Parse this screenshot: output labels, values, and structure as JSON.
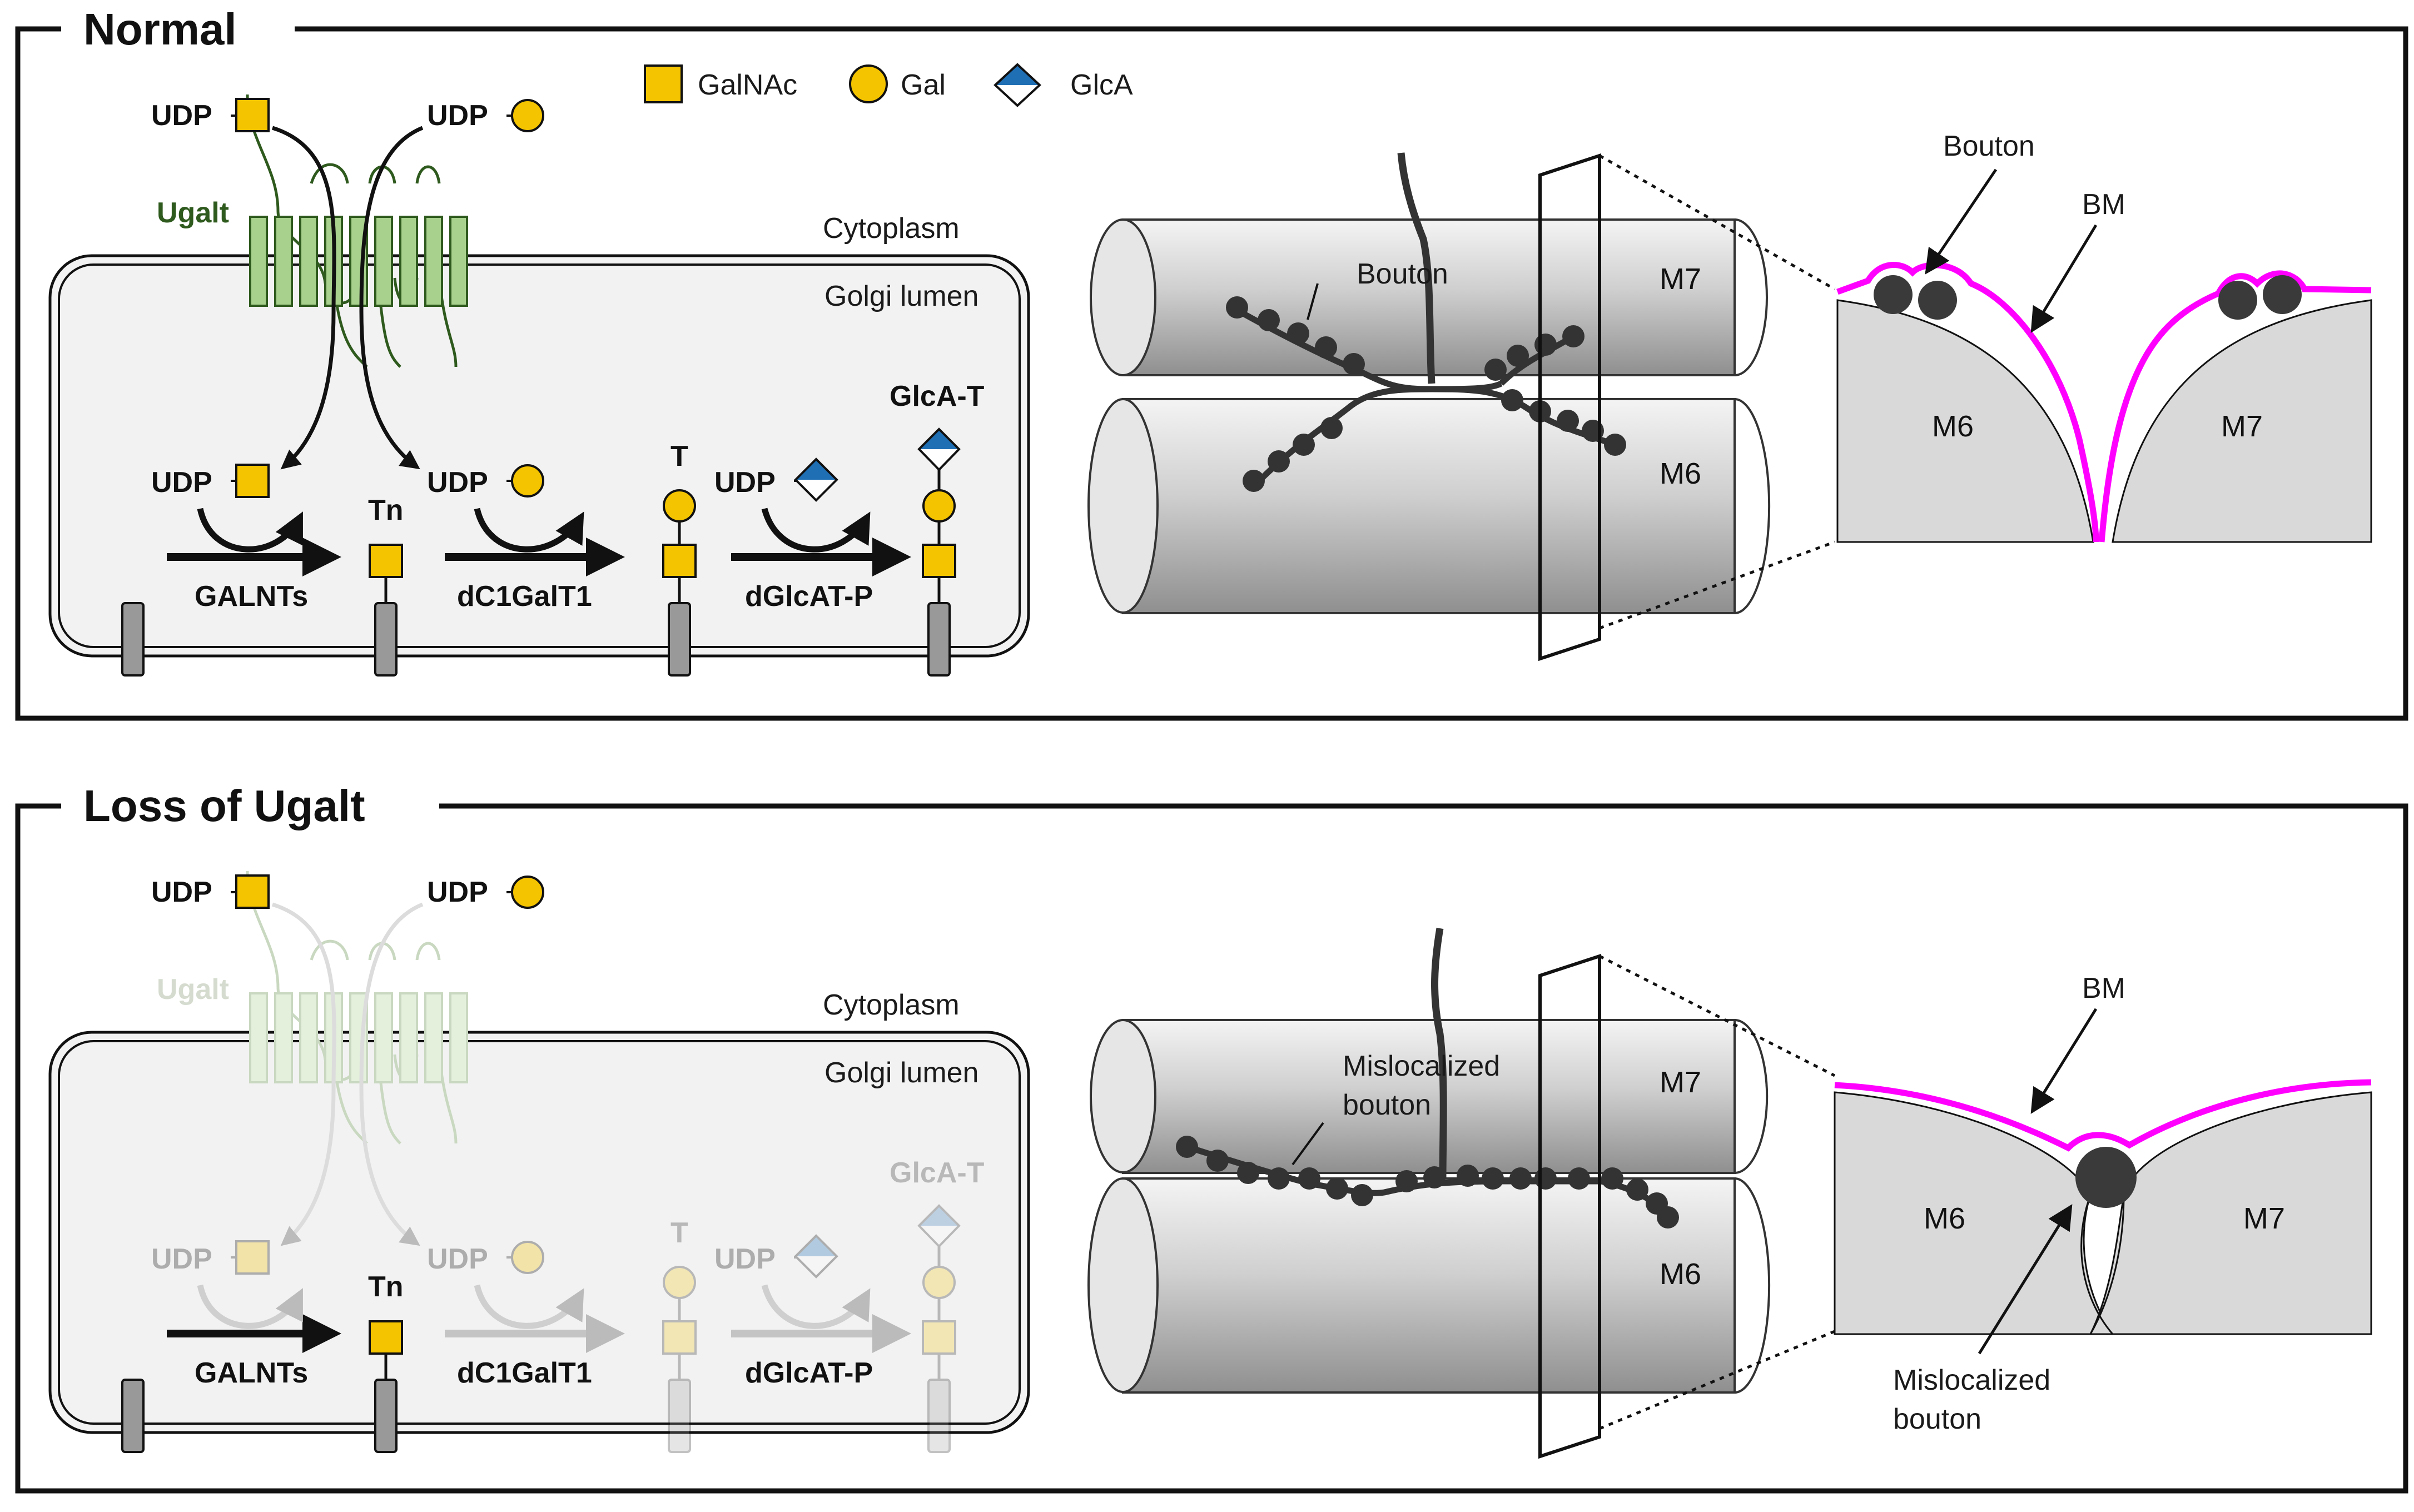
{
  "legend": {
    "galnac": "GalNAc",
    "gal": "Gal",
    "glca": "GlcA"
  },
  "colors": {
    "galnac": "#f5c400",
    "gal": "#f5c400",
    "glca": "#1f6fb4",
    "ugalt": "#2f5a1e",
    "ugalt_fill": "#a9d18e",
    "bm": "#ff00ff",
    "bouton": "#333333",
    "muscle": "#d9d9d9"
  },
  "panels": [
    {
      "title": "Normal",
      "udp_galnac": "UDP",
      "udp_gal": "UDP",
      "ugalt": "Ugalt",
      "cytoplasm": "Cytoplasm",
      "golgi": "Golgi lumen",
      "udp1": "UDP",
      "udp2": "UDP",
      "udp3": "UDP",
      "tn": "Tn",
      "t": "T",
      "glcat": "GlcA-T",
      "galnts": "GALNTs",
      "dc1galt1": "dC1GalT1",
      "dglcatp": "dGlcAT-P",
      "m7": "M7",
      "m6": "M6",
      "nerve_label": "Bouton",
      "cs_bouton": "Bouton",
      "cs_bm": "BM",
      "cs_m6": "M6",
      "cs_m7": "M7"
    },
    {
      "title": "Loss of Ugalt",
      "udp_galnac": "UDP",
      "udp_gal": "UDP",
      "ugalt": "Ugalt",
      "cytoplasm": "Cytoplasm",
      "golgi": "Golgi lumen",
      "udp1": "UDP",
      "udp2": "UDP",
      "udp3": "UDP",
      "tn": "Tn",
      "t": "T",
      "glcat": "GlcA-T",
      "galnts": "GALNTs",
      "dc1galt1": "dC1GalT1",
      "dglcatp": "dGlcAT-P",
      "m7": "M7",
      "m6": "M6",
      "nerve_label_1": "Mislocalized",
      "nerve_label_2": "bouton",
      "cs_bm": "BM",
      "cs_m6": "M6",
      "cs_m7": "M7",
      "cs_mis_1": "Mislocalized",
      "cs_mis_2": "bouton"
    }
  ]
}
